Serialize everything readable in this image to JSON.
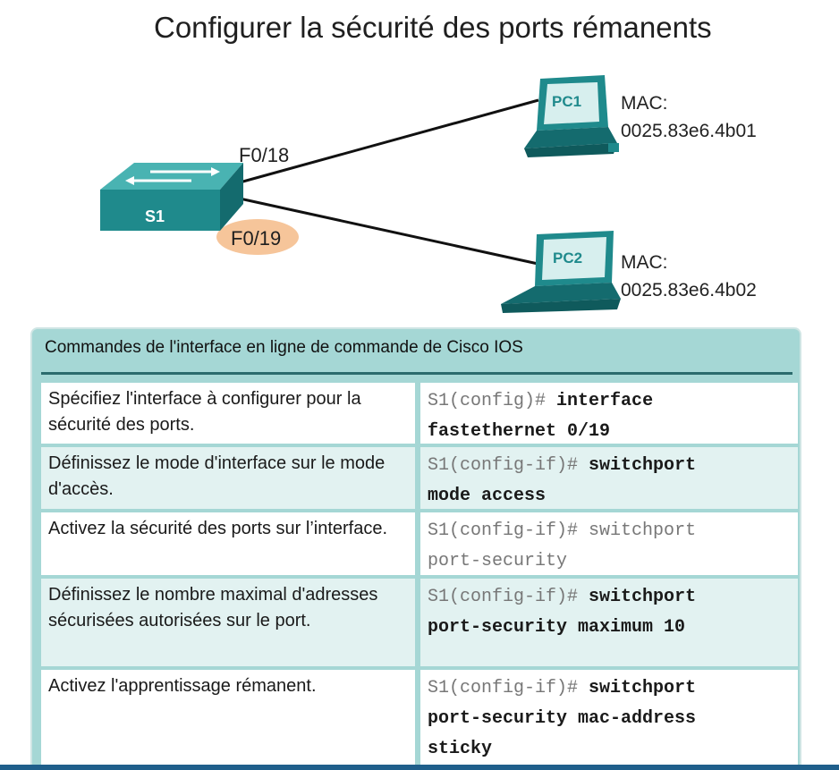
{
  "title": "Configurer la sécurité des ports rémanents",
  "topology": {
    "switch_label": "S1",
    "pc1_label": "PC1",
    "pc2_label": "PC2",
    "port_f018": "F0/18",
    "port_f019": "F0/19",
    "pc1_mac_label": "MAC:",
    "pc1_mac": "0025.83e6.4b01",
    "pc2_mac_label": "MAC:",
    "pc2_mac": "0025.83e6.4b02",
    "highlight_color": "#f6c59a",
    "device_color": "#1f8a8c"
  },
  "table": {
    "header": "Commandes de l'interface en ligne de commande de Cisco IOS",
    "rows": [
      {
        "desc": "Spécifiez l'interface à configurer pour la sécurité des ports.",
        "prompt": "S1(config)#",
        "cmd1": "interface",
        "cmd2": "fastethernet 0/19"
      },
      {
        "desc": "Définissez le mode d'interface sur le mode d'accès.",
        "prompt": "S1(config-if)#",
        "cmd1": "switchport",
        "cmd2": "mode access"
      },
      {
        "desc": "Activez la sécurité des ports sur l’interface.",
        "prompt": "S1(config-if)#",
        "cmd1": "switchport",
        "cmd2": "port-security"
      },
      {
        "desc": "Définissez le nombre maximal d'adresses sécurisées autorisées sur le port.",
        "prompt": "S1(config-if)#",
        "cmd1": "switchport",
        "cmd2": "port-security maximum 10"
      },
      {
        "desc": "Activez l'apprentissage rémanent.",
        "prompt": "S1(config-if)#",
        "cmd1": "switchport",
        "cmd2": "port-security mac-address",
        "cmd3": "sticky"
      }
    ]
  }
}
